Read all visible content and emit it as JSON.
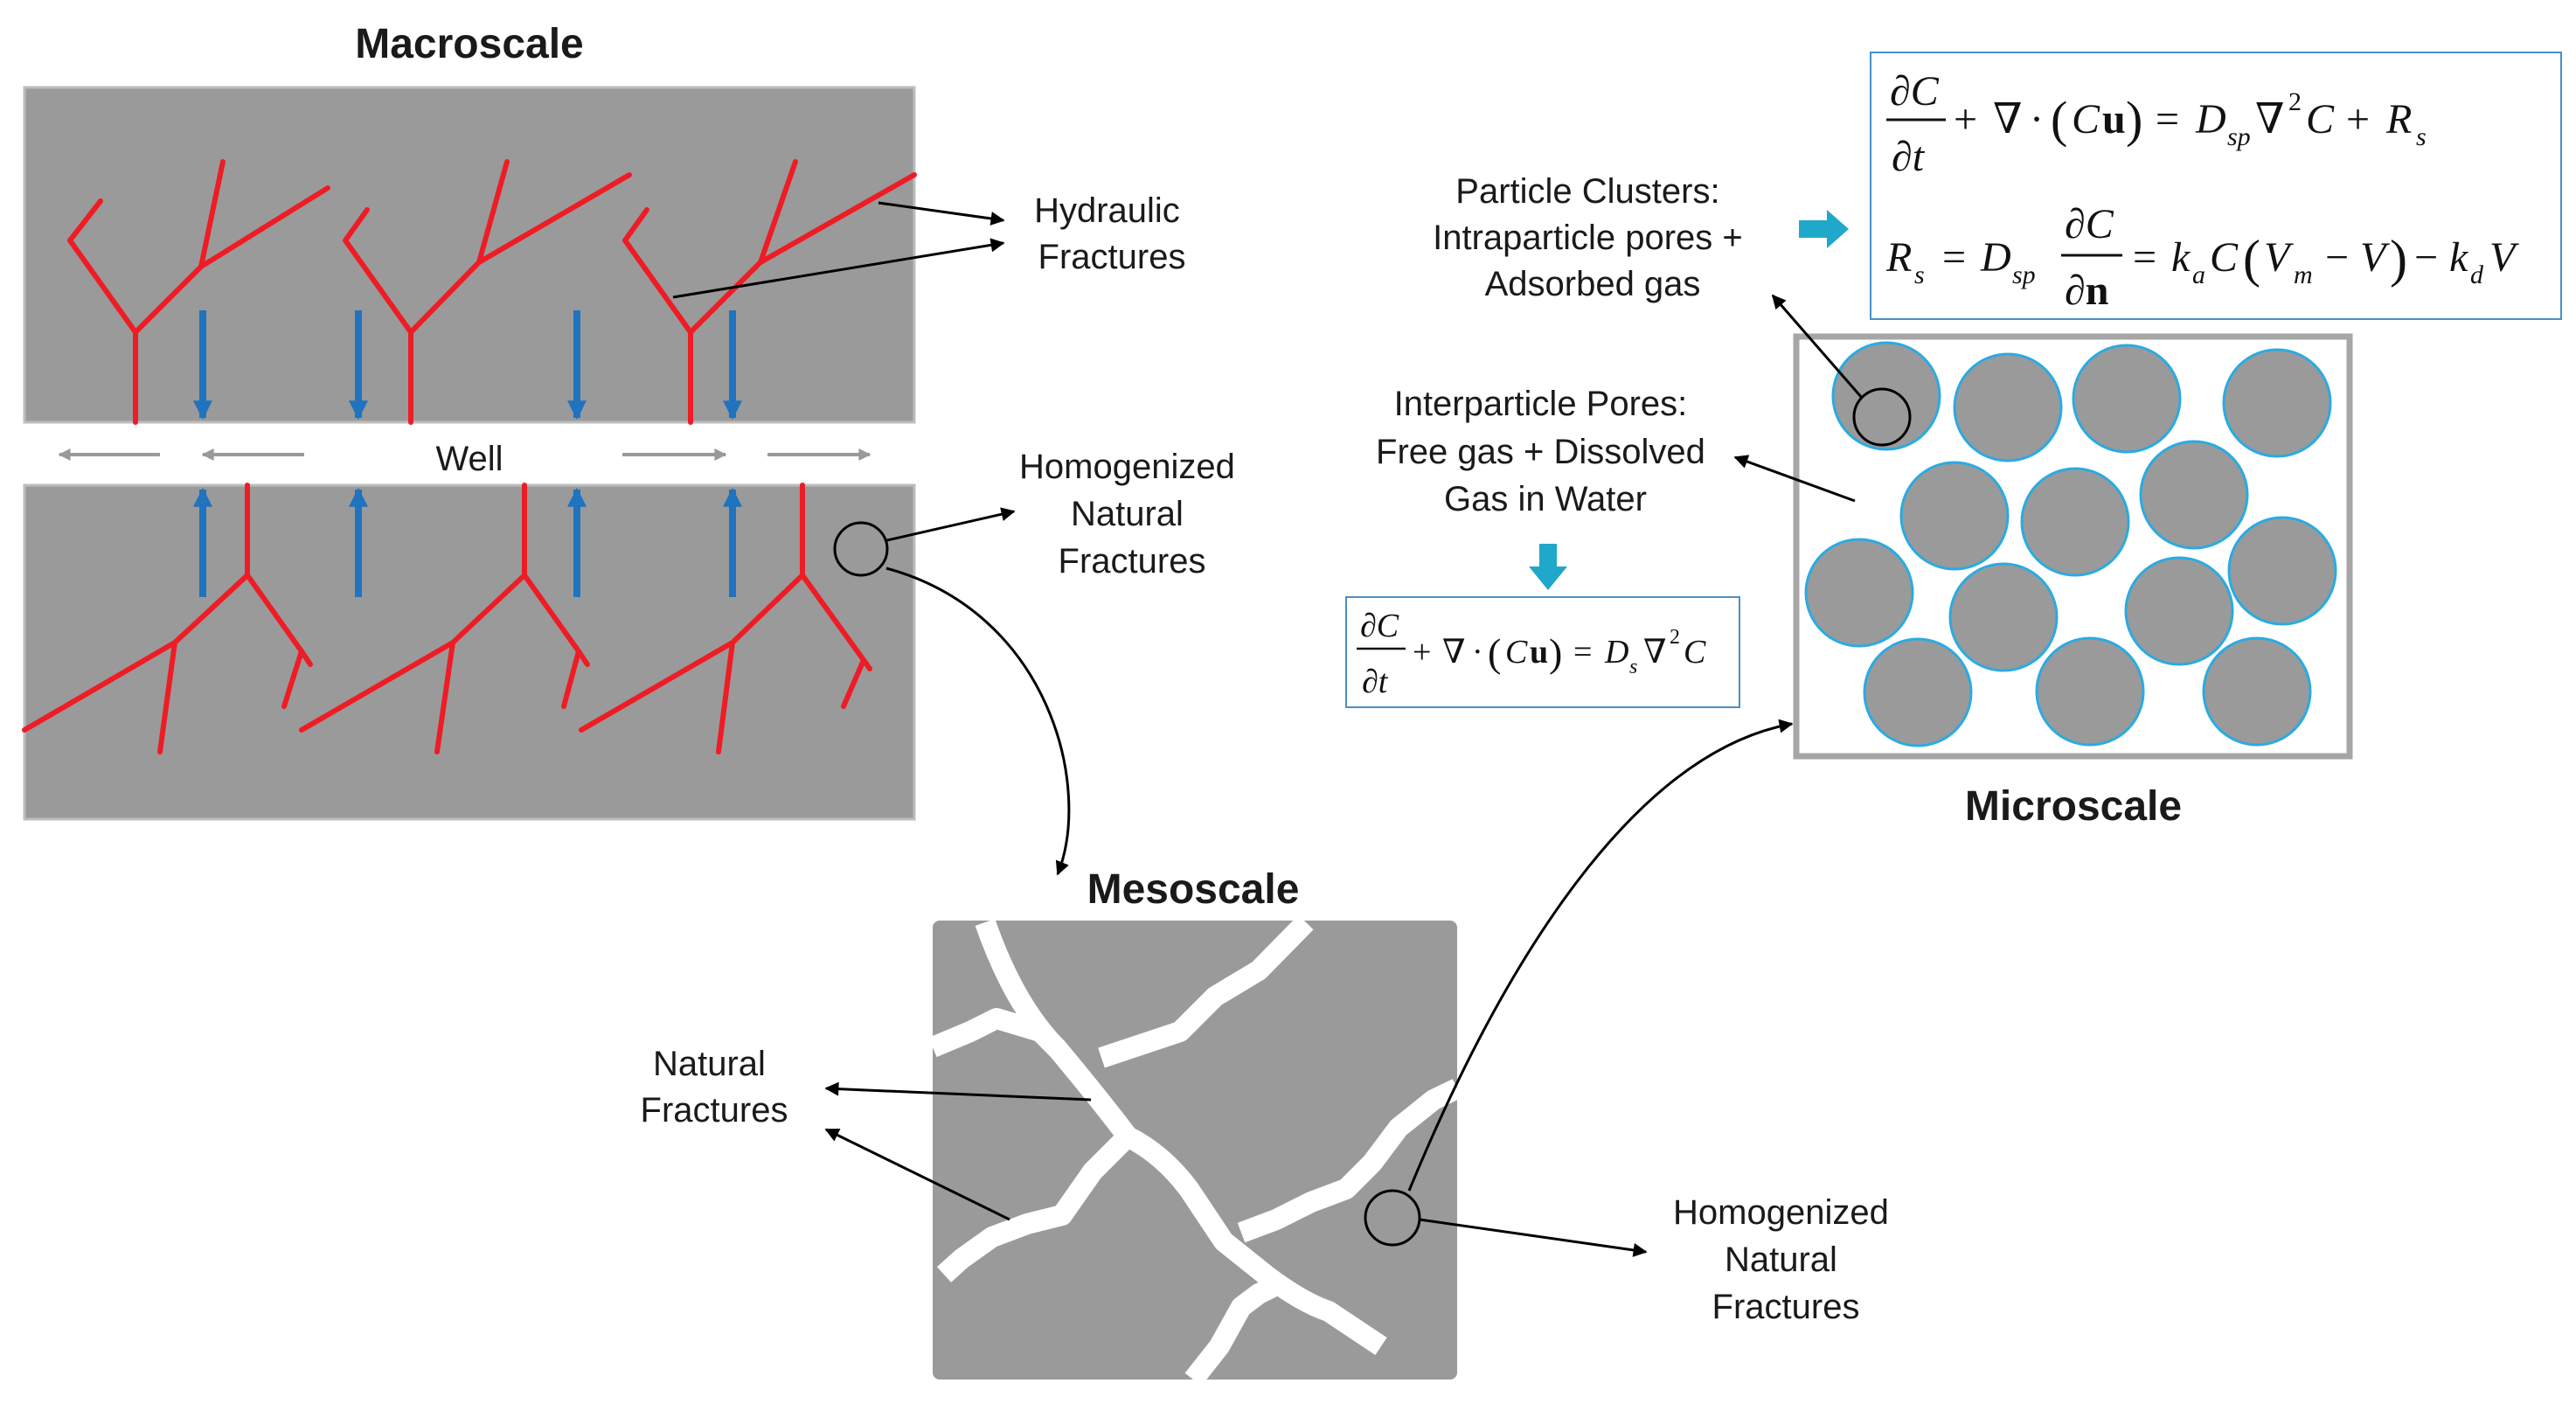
{
  "macroscale": {
    "title": "Macroscale",
    "well_label": "Well",
    "hydraulic_label": [
      "Hydraulic",
      "Fractures"
    ],
    "homog_label": [
      "Homogenized",
      "Natural",
      "Fractures"
    ]
  },
  "mesoscale": {
    "title": "Mesoscale",
    "natural_label": [
      "Natural",
      "Fractures"
    ],
    "homog_label": [
      "Homogenized",
      "Natural",
      "Fractures"
    ]
  },
  "microscale": {
    "title": "Microscale",
    "particle_label": [
      "Particle Clusters:",
      "Intraparticle pores +",
      "Adsorbed gas"
    ],
    "interparticle_label": [
      "Interparticle Pores:",
      "Free gas + Dissolved",
      "Gas in Water"
    ]
  },
  "equations": {
    "sym_C": "C",
    "sym_partial": "∂",
    "sym_t": "t",
    "sym_u": "u",
    "sym_n": "n",
    "sym_R": "R",
    "sym_s": "s",
    "sym_D": "D",
    "sym_sp": "sp",
    "sym_k": "k",
    "sym_a": "a",
    "sym_d": "d",
    "sym_V": "V",
    "sym_m": "m",
    "sym_nabla": "∇",
    "sym_plus": "+",
    "sym_minus": "−",
    "sym_eq": "=",
    "sym_dot": "·",
    "sym_2": "2",
    "sym_lpar": "(",
    "sym_rpar": ")"
  },
  "colors": {
    "rock": "#9a9a9a",
    "hydraulic_fracture": "#ee1c25",
    "flow_arrow": "#1f73bf",
    "well_arrow": "#999999",
    "particle_outline": "#29abe2",
    "callout_arrow": "#1fa8c9",
    "equation_border": "#4b8fc8"
  }
}
